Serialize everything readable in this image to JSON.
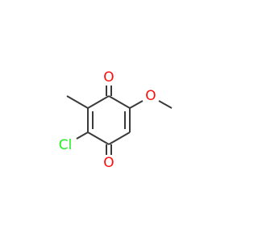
{
  "molecule": {
    "atoms": {
      "o_top": {
        "symbol": "O",
        "color": "#ff0d0d"
      },
      "o_bottom": {
        "symbol": "O",
        "color": "#ff0d0d"
      },
      "o_methoxy": {
        "symbol": "O",
        "color": "#ff0d0d"
      },
      "cl": {
        "symbol": "Cl",
        "color": "#1ff01f"
      }
    },
    "bond_color": "#3a3a3a"
  }
}
